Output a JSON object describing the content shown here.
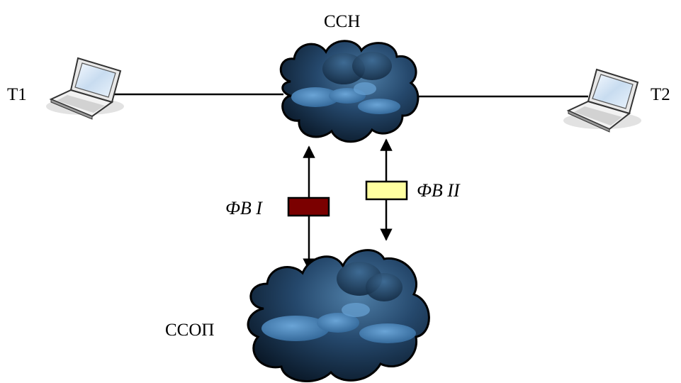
{
  "nodes": {
    "t1": {
      "label": "T1",
      "icon": "laptop-icon"
    },
    "t2": {
      "label": "T2",
      "icon": "laptop-icon"
    },
    "ssn": {
      "label": "ССН",
      "icon": "cloud-icon"
    },
    "ssop": {
      "label": "ССОП",
      "icon": "cloud-icon"
    }
  },
  "filters": {
    "fv1": {
      "label": "ФВ I",
      "color": "#7b0000"
    },
    "fv2": {
      "label": "ФВ II",
      "color": "#ffffa0"
    }
  },
  "colors": {
    "cloud_dark": "#0b1a2b",
    "cloud_mid": "#2a557f",
    "cloud_light": "#5b95c8",
    "line": "#000000"
  }
}
